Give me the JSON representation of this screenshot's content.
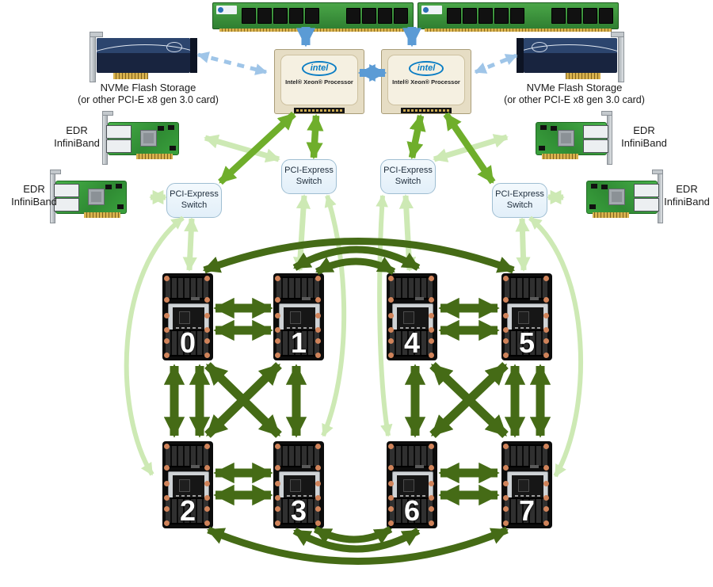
{
  "cpus": [
    {
      "logo": "intel",
      "caption": "Intel® Xeon® Processor"
    },
    {
      "logo": "intel",
      "caption": "Intel® Xeon® Processor"
    }
  ],
  "nvme": {
    "left": {
      "line1": "NVMe Flash Storage",
      "line2": "(or other PCI-E x8 gen 3.0 card)"
    },
    "right": {
      "line1": "NVMe Flash Storage",
      "line2": "(or other PCI-E x8 gen 3.0 card)"
    }
  },
  "infiniband_label": {
    "line1": "EDR",
    "line2": "InfiniBand"
  },
  "pcie_switch_label": {
    "line1": "PCI-Express",
    "line2": "Switch"
  },
  "gpus": [
    "0",
    "1",
    "2",
    "3",
    "4",
    "5",
    "6",
    "7"
  ],
  "colors": {
    "nvlink_dark_green": "#456b16",
    "cpu_pcie_green": "#6fae2b",
    "pcie_pale_green": "#cde9b4",
    "qpi_blue": "#5b9bd5",
    "nvme_link_blue": "#9fc5e8",
    "switch_fill": "#eaf4fb"
  },
  "connections": [
    "ram1-cpu1",
    "ram2-cpu2",
    "cpu1-cpu2-qpi",
    "nvme-left-cpu1-dashed",
    "nvme-right-cpu2-dashed",
    "cpu1-pcie-switch-outer-left",
    "cpu1-pcie-switch-inner-left",
    "cpu2-pcie-switch-inner-right",
    "cpu2-pcie-switch-outer-right",
    "ib-upper-left-pcie-switch-inner-left",
    "ib-lower-left-pcie-switch-outer-left",
    "ib-upper-right-pcie-switch-inner-right",
    "ib-lower-right-pcie-switch-outer-right",
    "pcie-switch-outer-left-gpu0",
    "pcie-switch-outer-left-gpu2",
    "pcie-switch-inner-left-gpu1",
    "pcie-switch-inner-left-gpu3",
    "pcie-switch-inner-right-gpu4",
    "pcie-switch-inner-right-gpu6",
    "pcie-switch-outer-right-gpu5",
    "pcie-switch-outer-right-gpu7",
    "nvlink-0-1-x2",
    "nvlink-4-5-x2",
    "nvlink-2-3-x2",
    "nvlink-6-7-x2",
    "nvlink-0-2-x2",
    "nvlink-5-7-x2",
    "nvlink-1-3",
    "nvlink-4-6",
    "nvlink-0-3",
    "nvlink-1-2",
    "nvlink-4-7",
    "nvlink-5-6",
    "nvlink-0-5-arc",
    "nvlink-1-4-arc-x2",
    "nvlink-2-7-arc",
    "nvlink-3-6-arc-x2"
  ]
}
